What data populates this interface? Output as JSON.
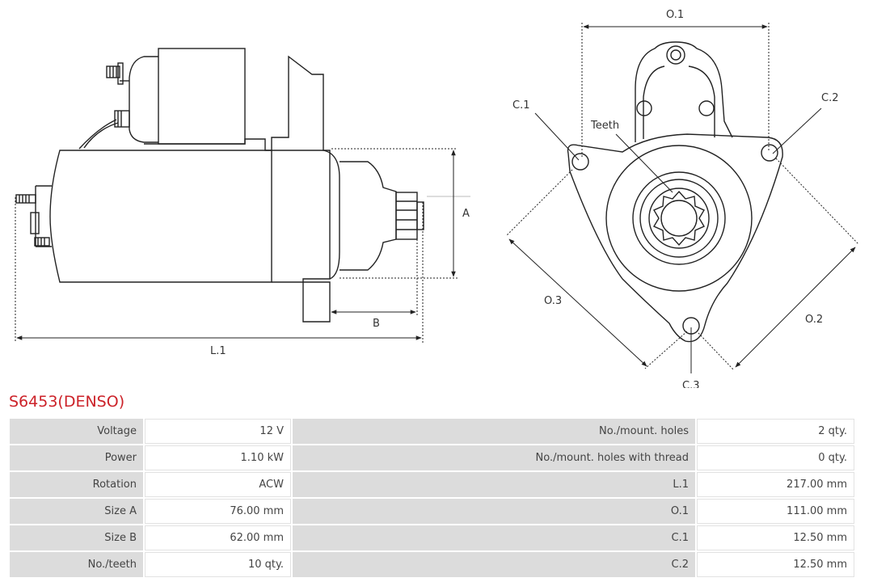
{
  "diagram": {
    "dims": {
      "L1": "L.1",
      "A": "A",
      "B": "B",
      "O1": "O.1",
      "O2": "O.2",
      "O3": "O.3",
      "C1": "C.1",
      "C2": "C.2",
      "C3": "C.3",
      "teeth": "Teeth"
    }
  },
  "product": {
    "title": "S6453(DENSO)"
  },
  "specs": {
    "rows": [
      {
        "label": "Voltage",
        "value": "12 V",
        "label2": "No./mount. holes",
        "value2": "2 qty."
      },
      {
        "label": "Power",
        "value": "1.10 kW",
        "label2": "No./mount. holes with thread",
        "value2": "0 qty."
      },
      {
        "label": "Rotation",
        "value": "ACW",
        "label2": "L.1",
        "value2": "217.00 mm"
      },
      {
        "label": "Size A",
        "value": "76.00 mm",
        "label2": "O.1",
        "value2": "111.00 mm"
      },
      {
        "label": "Size B",
        "value": "62.00 mm",
        "label2": "C.1",
        "value2": "12.50 mm"
      },
      {
        "label": "No./teeth",
        "value": "10 qty.",
        "label2": "C.2",
        "value2": "12.50 mm"
      }
    ]
  }
}
